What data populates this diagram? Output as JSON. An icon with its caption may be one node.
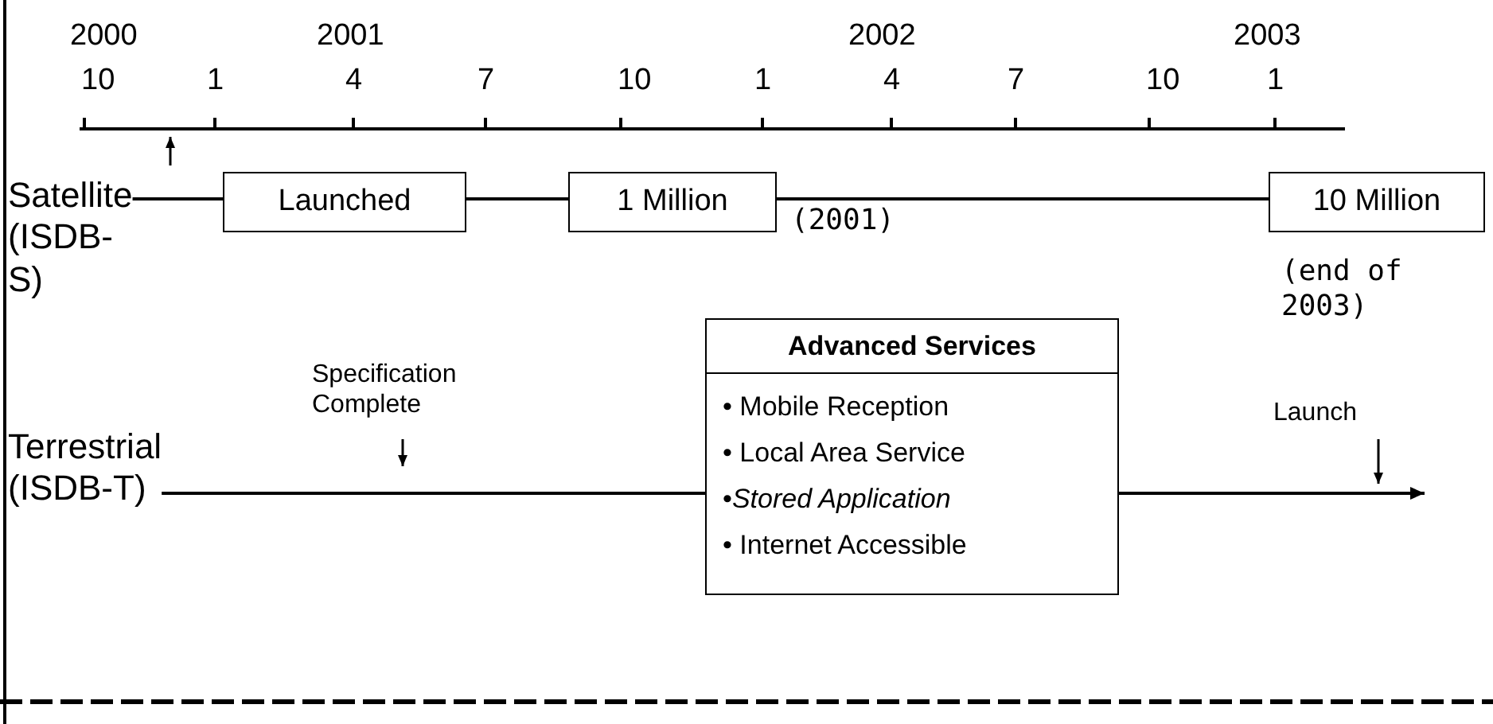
{
  "diagram": {
    "nodes": [
      {
        "text": [
          "Satellite (ISDB-S)"
        ]
      },
      {
        "text": [
          "Launched"
        ]
      },
      {
        "text": [
          "1 Million"
        ],
        "beside": [
          "(2001)"
        ]
      },
      {
        "text": [
          "10 Million"
        ],
        "beside": [
          "(end of 2003)"
        ]
      },
      {
        "text": [
          "Terrestrial (ISDB-T)"
        ]
      },
      {
        "text": [
          "Advanced Services",
          "• Mobile Reception",
          "• Local Area Service",
          "•*Stored Application*",
          "• Internet Accessible"
        ]
      },
      {
        "text": [
          "Specification Complete"
        ]
      },
      {
        "text": [
          "Launch"
        ]
      }
    ],
    "edges": [
      {
        "from": 0,
        "to": 1,
        "arrow": "none"
      },
      {
        "from": 1,
        "to": 2,
        "arrow": "none"
      },
      {
        "from": 2,
        "to": 3,
        "arrow": "none"
      },
      {
        "from": 4,
        "to": 5,
        "arrow": "none"
      },
      {
        "from": 5,
        "to": null,
        "arrow": "to"
      },
      {
        "from": 6,
        "to": null,
        "arrow": "to"
      },
      {
        "from": 7,
        "to": null,
        "arrow": "to"
      }
    ],
    "labels": [
      "2000",
      "2001",
      "2002",
      "2003",
      "10",
      "1",
      "4",
      "7",
      "10",
      "1",
      "4",
      "7",
      "10",
      "1"
    ]
  }
}
